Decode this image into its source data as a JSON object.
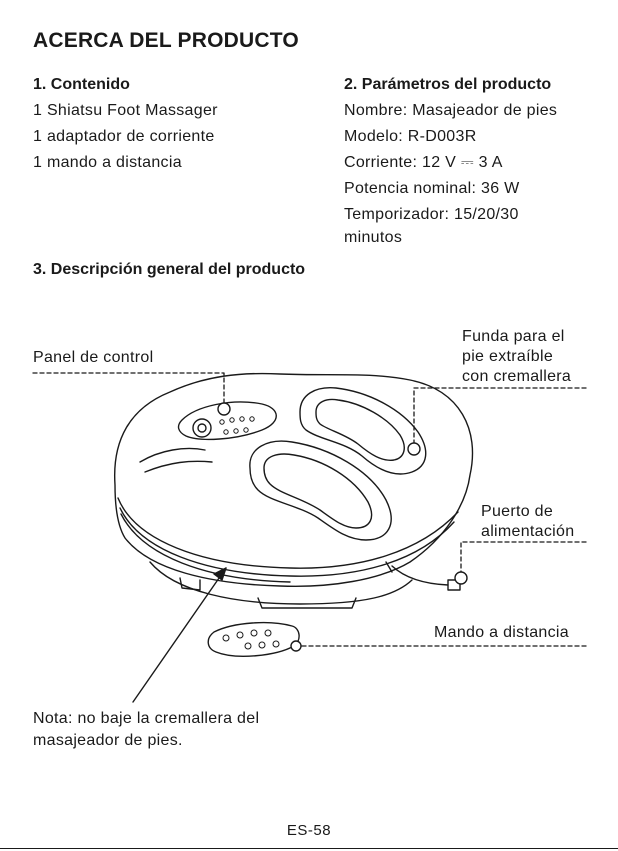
{
  "title": "ACERCA DEL PRODUCTO",
  "contents": {
    "heading": "1. Contenido",
    "items": [
      "1 Shiatsu Foot Massager",
      "1 adaptador de corriente",
      "1 mando a distancia"
    ]
  },
  "parameters": {
    "heading": "2. Parámetros del producto",
    "name": "Nombre: Masajeador de pies",
    "model": "Modelo: R-D003R",
    "current": "Corriente: 12 V ⎓ 3 A",
    "power": "Potencia nominal: 36 W",
    "timer_1": "Temporizador: 15/20/30",
    "timer_2": "minutos"
  },
  "overview": {
    "heading": "3. Descripción general del producto",
    "callouts": {
      "control_panel": "Panel de control",
      "foot_cover_1": "Funda para el",
      "foot_cover_2": "pie extraíble",
      "foot_cover_3": "con cremallera",
      "power_port_1": "Puerto de",
      "power_port_2": "alimentación",
      "remote": "Mando a distancia",
      "note_1": "Nota: no baje la cremallera del",
      "note_2": "masajeador de pies."
    }
  },
  "page_number": "ES-58"
}
